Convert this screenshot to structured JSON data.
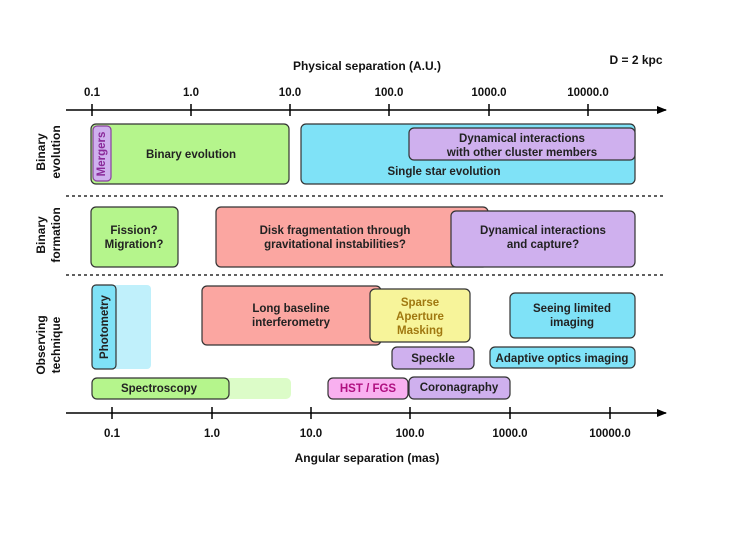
{
  "distance_label": "D = 2 kpc",
  "top_axis": {
    "title": "Physical separation (A.U.)",
    "ticks": [
      "0.1",
      "1.0",
      "10.0",
      "100.0",
      "1000.0",
      "10000.0"
    ]
  },
  "bottom_axis": {
    "title": "Angular separation (mas)",
    "ticks": [
      "0.1",
      "1.0",
      "10.0",
      "100.0",
      "1000.0",
      "10000.0"
    ]
  },
  "rows": {
    "evolution": [
      "Binary",
      "evolution"
    ],
    "formation": [
      "Binary",
      "formation"
    ],
    "technique": [
      "Observing",
      "technique"
    ]
  },
  "boxes": {
    "mergers": "Mergers",
    "binary_evolution": "Binary evolution",
    "single_star_evolution": "Single star evolution",
    "dyn_cluster": [
      "Dynamical interactions",
      "with other cluster members"
    ],
    "fission": [
      "Fission?",
      "Migration?"
    ],
    "disk_frag": [
      "Disk fragmentation through",
      "gravitational instabilities?"
    ],
    "dyn_capture": [
      "Dynamical interactions",
      "and capture?"
    ],
    "photometry": "Photometry",
    "long_baseline": [
      "Long baseline",
      "interferometry"
    ],
    "sam": [
      "Sparse",
      "Aperture",
      "Masking"
    ],
    "seeing": [
      "Seeing limited",
      "imaging"
    ],
    "speckle": "Speckle",
    "adaptive_optics": "Adaptive optics imaging",
    "spectroscopy": "Spectroscopy",
    "hst": "HST / FGS",
    "coronagraphy": "Coronagraphy"
  },
  "colors": {
    "green": "#b5f58c",
    "cyan": "#7fe2f7",
    "purple": "#cfb0ee",
    "red": "#fba6a1",
    "yellow": "#f7f49a",
    "pink": "#f9b0f0",
    "light_green": "#dcfcc8",
    "light_cyan": "#c0f0fb"
  }
}
